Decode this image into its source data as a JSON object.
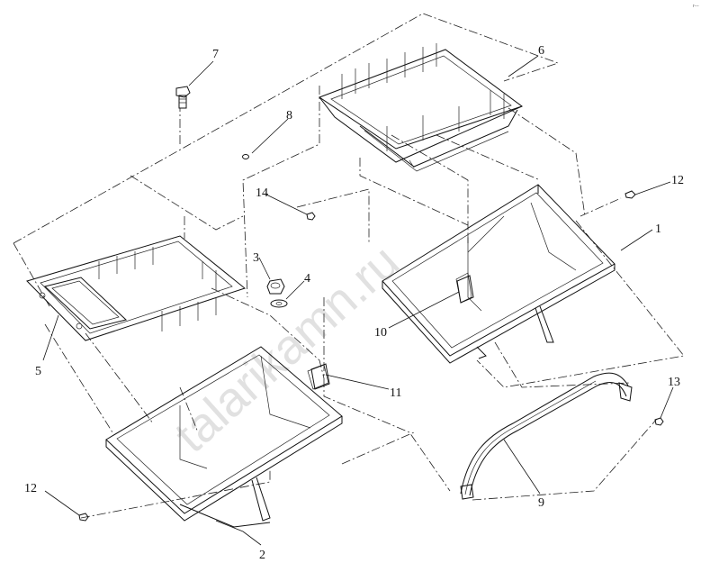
{
  "watermark": "talarikamn.ru",
  "corner_mark": "r---",
  "callouts": [
    {
      "id": "c1",
      "label": "1"
    },
    {
      "id": "c2",
      "label": "2"
    },
    {
      "id": "c3",
      "label": "3"
    },
    {
      "id": "c4",
      "label": "4"
    },
    {
      "id": "c5",
      "label": "5"
    },
    {
      "id": "c6",
      "label": "6"
    },
    {
      "id": "c7",
      "label": "7"
    },
    {
      "id": "c8",
      "label": "8"
    },
    {
      "id": "c9",
      "label": "9"
    },
    {
      "id": "c10",
      "label": "10"
    },
    {
      "id": "c11",
      "label": "11"
    },
    {
      "id": "c12a",
      "label": "12"
    },
    {
      "id": "c12b",
      "label": "12"
    },
    {
      "id": "c13",
      "label": "13"
    },
    {
      "id": "c14",
      "label": "14"
    }
  ]
}
